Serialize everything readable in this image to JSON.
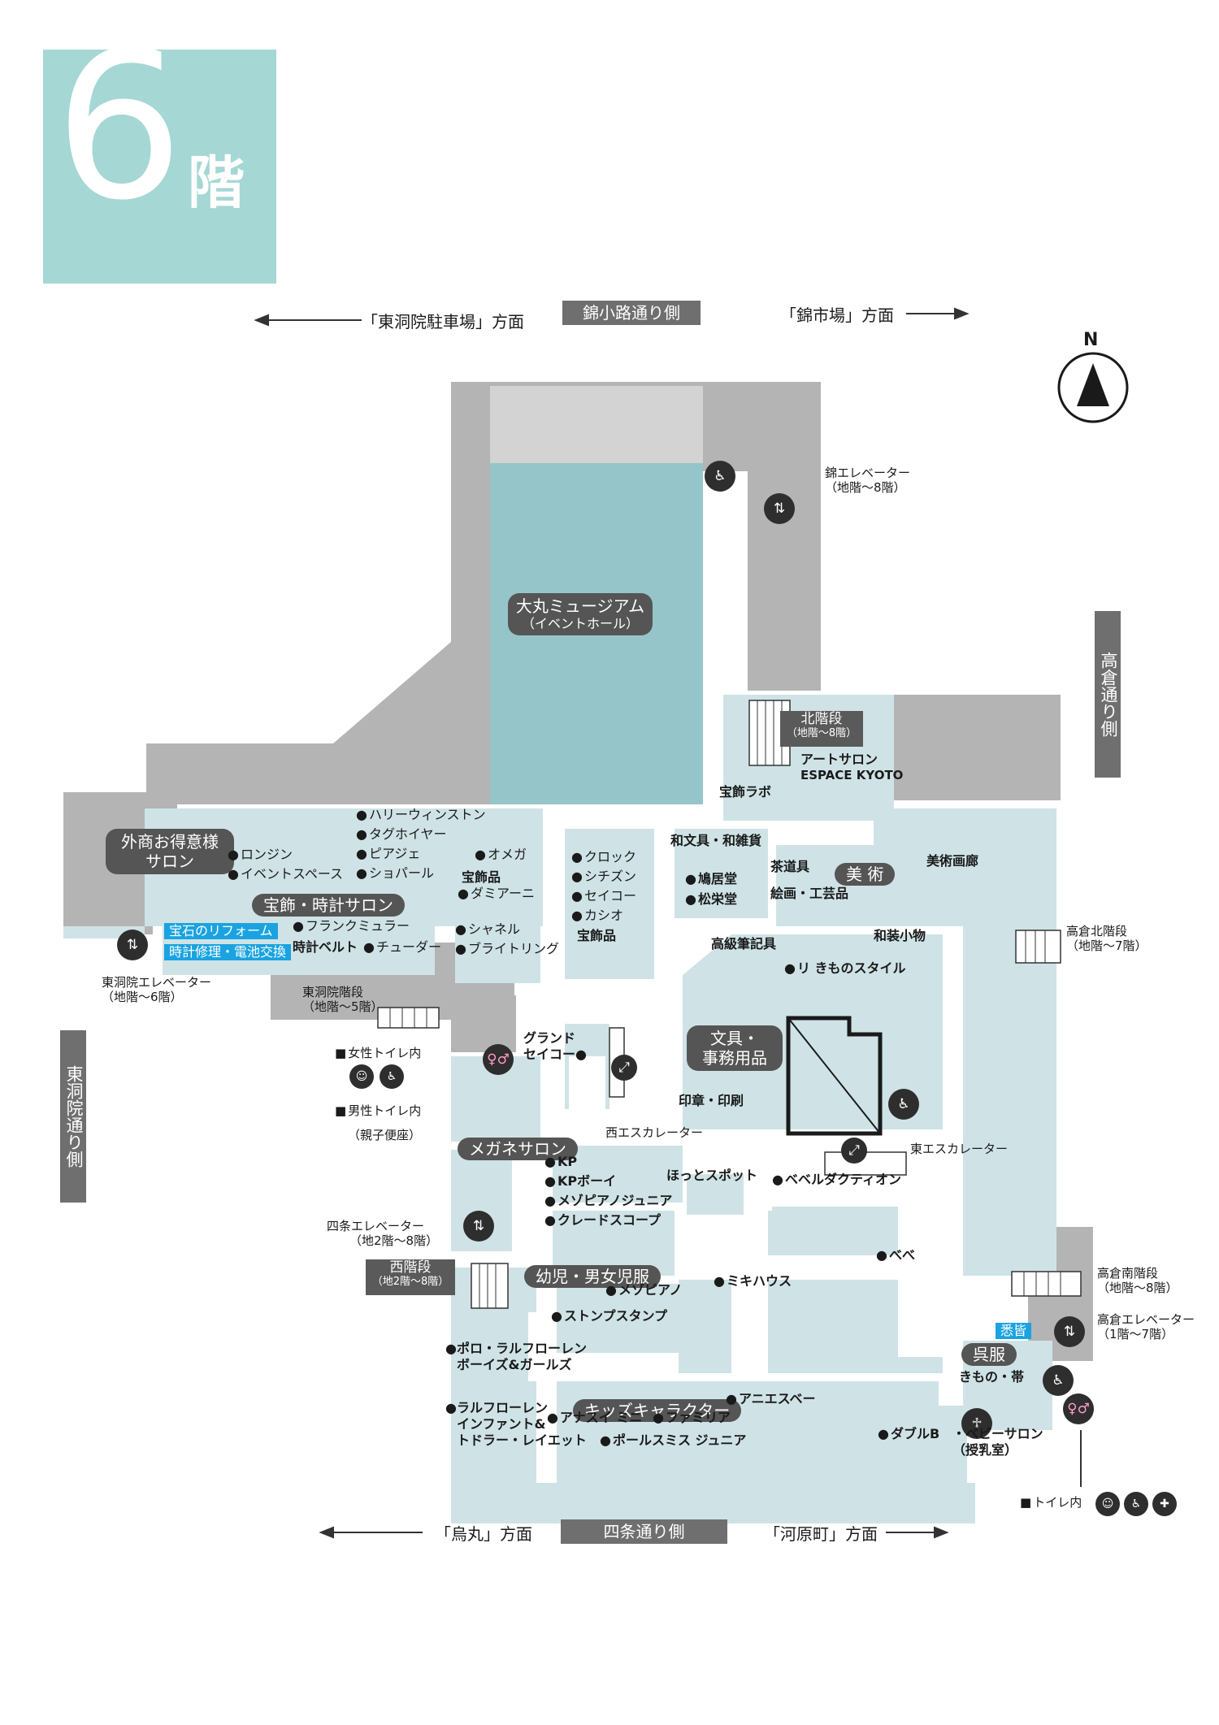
{
  "floor": {
    "number": "6",
    "label": "階"
  },
  "colors": {
    "badge": "#a5d7d4",
    "floor_area": "#cfe3e6",
    "museum": "#96c5c9",
    "wall": "#b4b4b4",
    "accent_blue": "#1aa3e0",
    "tag": "#555555"
  },
  "directions": {
    "top_left": "「東洞院駐車場」方面",
    "top_center": "錦小路通り側",
    "top_right": "「錦市場」方面",
    "bottom_left": "「烏丸」方面",
    "bottom_center": "四条通り側",
    "bottom_right": "「河原町」方面",
    "right_street": "高倉通り側",
    "left_street": "東洞院通り側"
  },
  "compass": {
    "label": "N"
  },
  "zones": {
    "museum": [
      "大丸ミュージアム",
      "（イベントホール）"
    ],
    "gaisho": [
      "外商お得意様",
      "サロン"
    ],
    "jewel_watch": "宝飾・時計サロン",
    "glasses": "メガネサロン",
    "kids_fashion": "幼児・男女児服",
    "kids_character": "キッズキャラクター",
    "stationery": [
      "文具・",
      "事務用品"
    ],
    "art": "美 術",
    "kimono": "呉服"
  },
  "services": {
    "jewel_reform": "宝石のリフォーム",
    "watch_repair": "時計修理・電池交換",
    "kakai": "悉皆"
  },
  "facilities": {
    "nishiki_elevator": [
      "錦エレベーター",
      "（地階～8階）"
    ],
    "north_stairs": [
      "北階段",
      "（地階～8階）"
    ],
    "takakura_north_stairs": [
      "高倉北階段",
      "（地階～7階）"
    ],
    "higashinotoin_elevator": [
      "東洞院エレベーター",
      "（地階～6階）"
    ],
    "higashinotoin_stairs": [
      "東洞院階段",
      "（地階～5階）"
    ],
    "women_toilet": "女性トイレ内",
    "men_toilet": "男性トイレ内",
    "oyako": "（親子便座）",
    "west_escalator": "西エスカレーター",
    "east_escalator": "東エスカレーター",
    "shijo_elevator": [
      "四条エレベーター",
      "（地2階～8階）"
    ],
    "west_stairs": [
      "西階段",
      "（地2階～8階）"
    ],
    "takakura_south_stairs": [
      "高倉南階段",
      "（地階～8階）"
    ],
    "takakura_elevator": [
      "高倉エレベーター",
      "（1階～7階）"
    ],
    "toilet_note": "トイレ内"
  },
  "shops": {
    "harry_winston": "ハリーウィンストン",
    "tag_heuer": "タグホイヤー",
    "piaget": "ピアジェ",
    "chopard": "ショパール",
    "longines": "ロンジン",
    "event_space": "イベントスペース",
    "omega": "オメガ",
    "jewelry_a": "宝飾品",
    "damiani": "ダミアーニ",
    "franck_muller": "フランクミュラー",
    "tokei_belt": "時計ベルト",
    "tudor": "チューダー",
    "chanel": "シャネル",
    "breitling": "ブライトリング",
    "clock": "クロック",
    "citizen": "シチズン",
    "seiko": "セイコー",
    "casio": "カシオ",
    "jewelry_b": "宝飾品",
    "art_salon": [
      "アートサロン",
      "ESPACE KYOTO"
    ],
    "hoshoku_lab": "宝飾ラボ",
    "washi": "和文具・和雑貨",
    "kyukyodo": "鳩居堂",
    "shoeido": "松栄堂",
    "chadogu": "茶道具",
    "kaiga": "絵画・工芸品",
    "bijutsu_garou": "美術画廊",
    "koukyu_hikki": "高級筆記具",
    "wasou_komono": "和装小物",
    "ri_kimono": "リ きものスタイル",
    "inshou": "印章・印刷",
    "grand_seiko": [
      "グランド",
      "セイコー"
    ],
    "kp": "KP",
    "kp_boy": "KPボーイ",
    "mezzo_junior": "メゾピアノジュニア",
    "cladescope": "クレードスコープ",
    "hotto_spot": "ほっとスポット",
    "bebel": "ベベルダクティオン",
    "bebe": "べべ",
    "mezzo_piano": "メゾピアノ",
    "miki_house": "ミキハウス",
    "stomp_stamp": "ストンプスタンプ",
    "polo_boys": [
      "ポロ・ラルフローレン",
      "ボーイズ&ガールズ"
    ],
    "ralph_infant": [
      "ラルフローレン",
      "インファント&",
      "トドラー・レイエット"
    ],
    "anna_sui_mini": "アナスイ ミニ",
    "familiar": "ファミリア",
    "anyas": "アニエスベー",
    "paul_smith_junior": "ポールスミス ジュニア",
    "double_b": "ダブルB",
    "kimono_obi": "きもの・帯",
    "baby_salon": [
      "・ベビーサロン",
      "（授乳室）"
    ]
  }
}
